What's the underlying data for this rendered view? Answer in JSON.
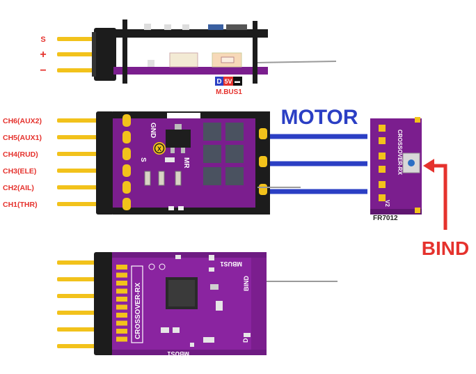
{
  "side_view": {
    "pin_labels": [
      "S",
      "+",
      "−"
    ],
    "port_tag": {
      "d": "D",
      "v5": "5V",
      "neg": "▬"
    },
    "port_name": "M.BUS1"
  },
  "top_view": {
    "channels": [
      "CH6(AUX2)",
      "CH5(AUX1)",
      "CH4(RUD)",
      "CH3(ELE)",
      "CH2(AIL)",
      "CH1(THR)"
    ],
    "silk_gnd": "GND",
    "silk_s": "S",
    "silk_mr": "MR",
    "silk_logo": "X"
  },
  "motor_label": "MOTOR",
  "bind_label": "BIND",
  "small_rx": {
    "name": "CROSSOVER-RX",
    "version": "V2",
    "model": "FR7012"
  },
  "bottom_view": {
    "name": "CROSSOVER-RX",
    "silk_mbus": "MBUS1",
    "silk_mbus_bottom": "MBUS1",
    "silk_bind": "BIND",
    "silk_d": "D"
  },
  "colors": {
    "pin_gold": "#f2c21b",
    "pcb_purple": "#7b1e8e",
    "pcb_purple_light": "#9a2bb0",
    "connector_black": "#1c1c1c",
    "wire_blue": "#2b3fc4",
    "arrow_red": "#e5322d",
    "label_red": "#e5322d"
  }
}
